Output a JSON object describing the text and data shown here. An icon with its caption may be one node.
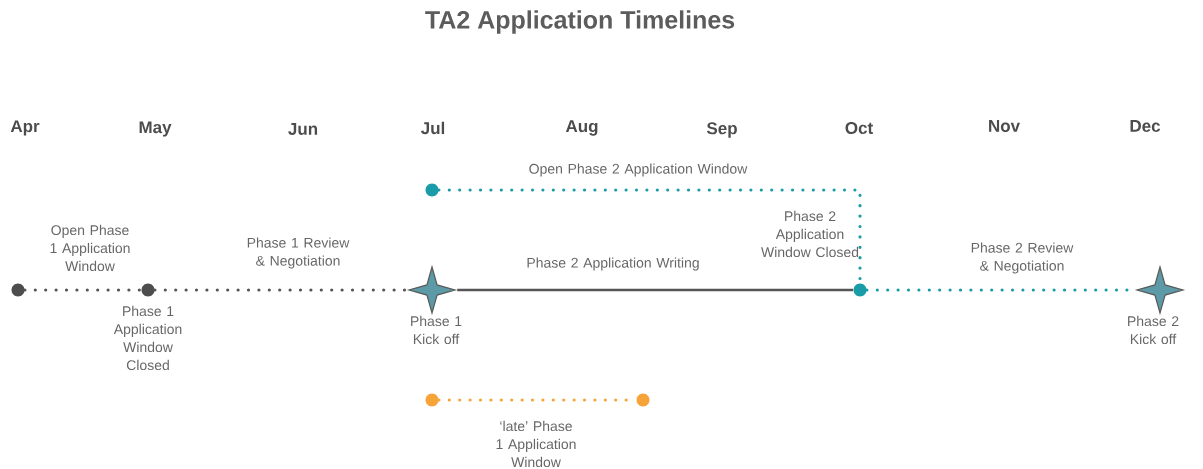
{
  "diagram": {
    "title": "TA2 Application Timelines",
    "nodes": [
      {
        "text": [],
        "shape": "circle"
      },
      {
        "text": [],
        "shape": "circle",
        "beside": [
          "Phase 1 Application Window Closed"
        ]
      },
      {
        "text": [],
        "shape": "star",
        "beside": [
          "Phase 1 Kick off"
        ]
      },
      {
        "text": [],
        "shape": "circle"
      },
      {
        "text": [],
        "shape": "circle",
        "beside": [
          "Phase 2 Application Window Closed"
        ]
      },
      {
        "text": [],
        "shape": "star",
        "beside": [
          "Phase 2 Kick off"
        ]
      },
      {
        "text": [],
        "shape": "circle"
      },
      {
        "text": [],
        "shape": "circle"
      }
    ],
    "edges": [
      {
        "from": 0,
        "to": 1,
        "arrow": "none",
        "label": "Open Phase 1 Application Window",
        "style": "dashed",
        "color": "#555555"
      },
      {
        "from": 1,
        "to": 2,
        "arrow": "none",
        "label": "Phase 1 Review & Negotiation",
        "style": "dashed",
        "color": "#555555"
      },
      {
        "from": 2,
        "to": 4,
        "arrow": "none",
        "label": "Phase 2 Application Writing",
        "color": "#555555"
      },
      {
        "from": 3,
        "to": 4,
        "arrow": "none",
        "label": "Open Phase 2 Application Window",
        "style": "dashed",
        "color": "#1a9ba8"
      },
      {
        "from": 4,
        "to": 5,
        "arrow": "none",
        "label": "Phase 2 Review & Negotiation",
        "style": "dashed",
        "color": "#1a9ba8"
      },
      {
        "from": 6,
        "to": 7,
        "arrow": "none",
        "label": "‘late’ Phase 1 Application Window",
        "style": "dashed",
        "color": "#f6a43a"
      }
    ],
    "labels": [
      "Apr",
      "May",
      "Jun",
      "Jul",
      "Aug",
      "Sep",
      "Oct",
      "Nov",
      "Dec"
    ]
  }
}
